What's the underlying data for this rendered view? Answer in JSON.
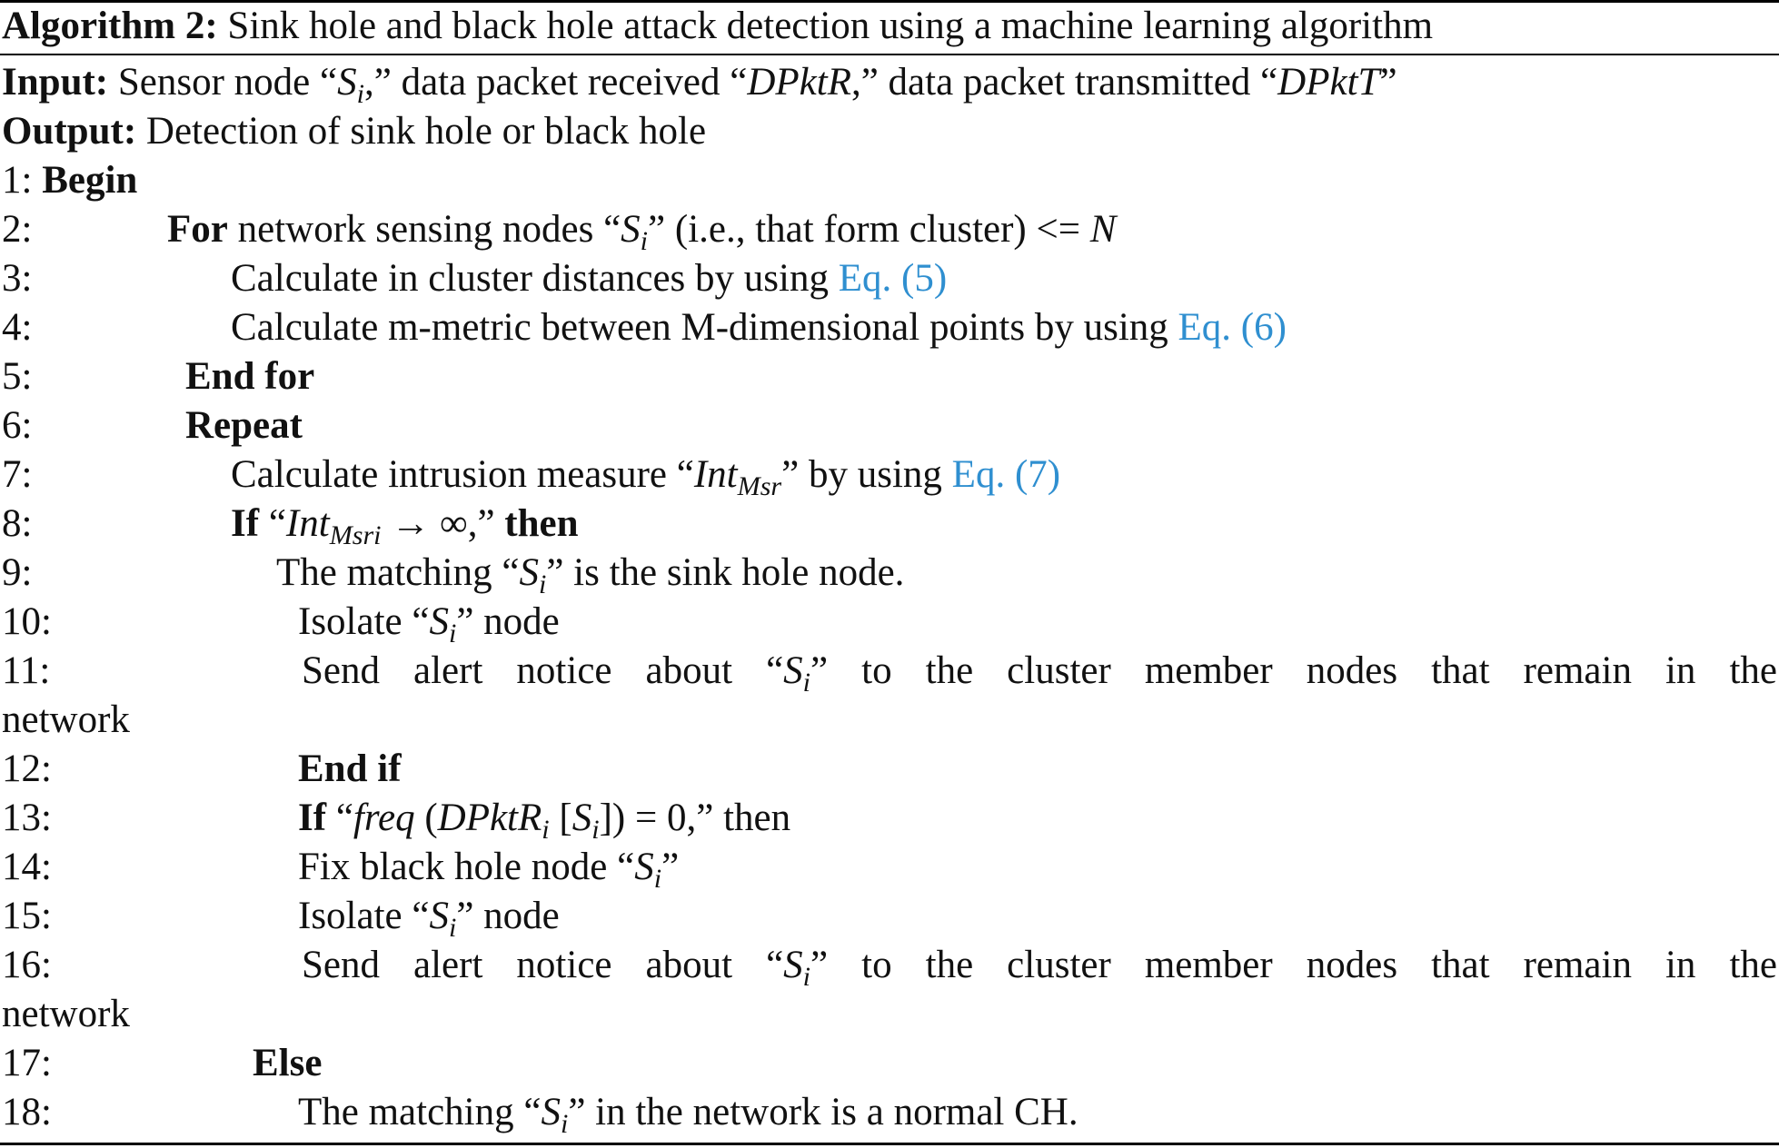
{
  "algorithm": {
    "label": "Algorithm 2:",
    "title": "Sink hole and black hole attack detection using a machine learning algorithm"
  },
  "input": {
    "label": "Input:",
    "t1": "Sensor node “",
    "S": "S",
    "i": "i",
    "t2": ",” data packet received “",
    "dpktr": "DPktR",
    "t3": ",” data packet transmitted “",
    "dpktt": "DPktT",
    "t4": "”"
  },
  "output": {
    "label": "Output:",
    "text": "Detection of sink hole or black hole"
  },
  "lines": [
    {
      "num": "1:",
      "kw": "Begin"
    },
    {
      "num": "2:",
      "kw": "For",
      "t1": " network sensing nodes “",
      "S": "S",
      "i": "i",
      "t2": "” (i.e., that  form cluster) <= ",
      "N": "N"
    },
    {
      "num": "3:",
      "t1": "Calculate in cluster distances by using ",
      "link": "Eq. (5)"
    },
    {
      "num": "4:",
      "t1": "Calculate m-metric between M-dimensional points by using ",
      "link": "Eq. (6)"
    },
    {
      "num": "5:",
      "kw": "End for"
    },
    {
      "num": "6:",
      "kw": "Repeat"
    },
    {
      "num": "7:",
      "t1": "Calculate intrusion measure “",
      "int": "Int",
      "sub": "Msr",
      "t2": "” by using ",
      "link": "Eq. (7)"
    },
    {
      "num": "8:",
      "kw": "If",
      "t1": " “",
      "int": "Int",
      "sub": "Msri",
      "arrow": " → ∞",
      "t2": ",” ",
      "kw2": "then"
    },
    {
      "num": "9:",
      "t1": "The matching “",
      "S": "S",
      "i": "i",
      "t2": "” is the sink hole node."
    },
    {
      "num": "10:",
      "t1": "Isolate “",
      "S": "S",
      "i": "i",
      "t2": "” node"
    },
    {
      "num": "11:",
      "t1": "Send alert notice about “",
      "S": "S",
      "i": "i",
      "t2": "” to the cluster member nodes that remain in the",
      "cont": "network"
    },
    {
      "num": "12:",
      "kw": "End if"
    },
    {
      "num": "13:",
      "kw": "If",
      "t1": " “",
      "freq": "freq",
      "p1": " (",
      "dpktr": "DPktR",
      "isub": "i",
      "br1": " [",
      "S": "S",
      "i": "i",
      "br2": "]) = 0,” then"
    },
    {
      "num": "14:",
      "t1": "Fix black hole node “",
      "S": "S",
      "i": "i",
      "t2": "”"
    },
    {
      "num": "15:",
      "t1": "Isolate “",
      "S": "S",
      "i": "i",
      "t2": "” node"
    },
    {
      "num": "16:",
      "t1": "Send alert notice about “",
      "S": "S",
      "i": "i",
      "t2": "” to the cluster member nodes that remain in the",
      "cont": "network"
    },
    {
      "num": "17:",
      "kw": "Else"
    },
    {
      "num": "18:",
      "t1": "The matching “",
      "S": "S",
      "i": "i",
      "t2": "” in the network is a normal CH."
    }
  ]
}
